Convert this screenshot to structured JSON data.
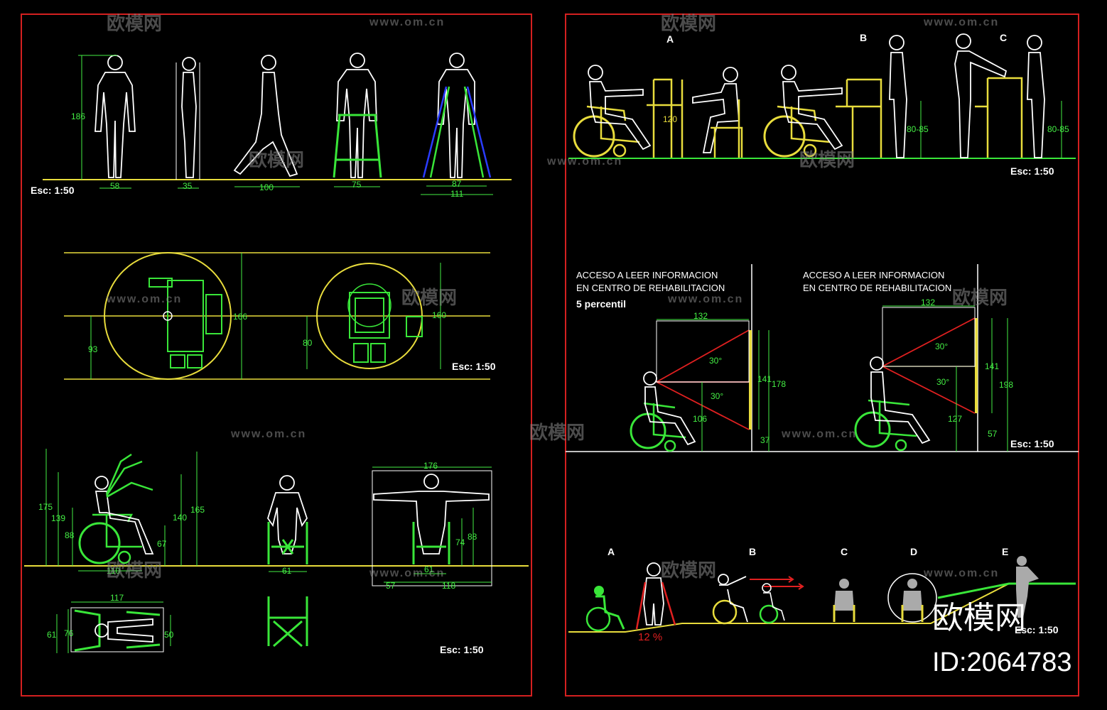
{
  "left_sheet": {
    "scale_labels": [
      "Esc: 1:50",
      "Esc: 1:50",
      "Esc: 1:50"
    ],
    "top_row_dims": {
      "height": "186",
      "w1": "58",
      "w2": "35",
      "w3": "100",
      "w4": "75",
      "w5a": "87",
      "w5b": "111"
    },
    "middle_row_dims": {
      "d1": "93",
      "d2": "166",
      "d3": "80",
      "d4": "160"
    },
    "bottom_left_dims": {
      "h1": "175",
      "h2": "139",
      "h3": "88",
      "h4": "140",
      "h5": "165",
      "h6": "67",
      "w1": "110"
    },
    "bottom_mid_dims": {
      "w1": "61"
    },
    "bottom_right_dims": {
      "w1": "176",
      "h1": "74",
      "h2": "88",
      "w2": "57",
      "w3": "118",
      "w4": "61"
    },
    "plan_dims": {
      "w1": "117",
      "h1": "61",
      "h2": "76",
      "h3": "50"
    }
  },
  "right_sheet": {
    "top_labels": [
      "A",
      "B",
      "C"
    ],
    "top_dims": {
      "d1": "120",
      "d2": "80-85",
      "d3": "80-85"
    },
    "top_scale": "Esc: 1:50",
    "mid_captions": [
      {
        "line1": "ACCESO A LEER INFORMACION",
        "line2": "EN CENTRO DE REHABILITACION",
        "line3": "5 percentil"
      },
      {
        "line1": "ACCESO A LEER INFORMACION",
        "line2": "EN CENTRO DE REHABILITACION"
      }
    ],
    "mid_dims_1": {
      "w": "132",
      "a1": "30°",
      "a2": "30°",
      "h1": "141",
      "h2": "178",
      "h3": "106",
      "h4": "37"
    },
    "mid_dims_2": {
      "w": "132",
      "a1": "30°",
      "a2": "30°",
      "h1": "141",
      "h2": "198",
      "h3": "127",
      "h4": "57"
    },
    "mid_scale": "Esc: 1:50",
    "bottom_labels": [
      "A",
      "B",
      "C",
      "D",
      "E"
    ],
    "slope_label": "12 %",
    "bottom_scale": "Esc: 1:50"
  },
  "watermark": {
    "brand": "欧模网",
    "url": "www.om.cn",
    "id": "ID:2064783"
  },
  "colors": {
    "frame": "#d42020",
    "ground": "#e8dc3c",
    "green": "#39e639",
    "figure": "#ffffff",
    "sight": "#e02020",
    "blue": "#2a3cff"
  }
}
